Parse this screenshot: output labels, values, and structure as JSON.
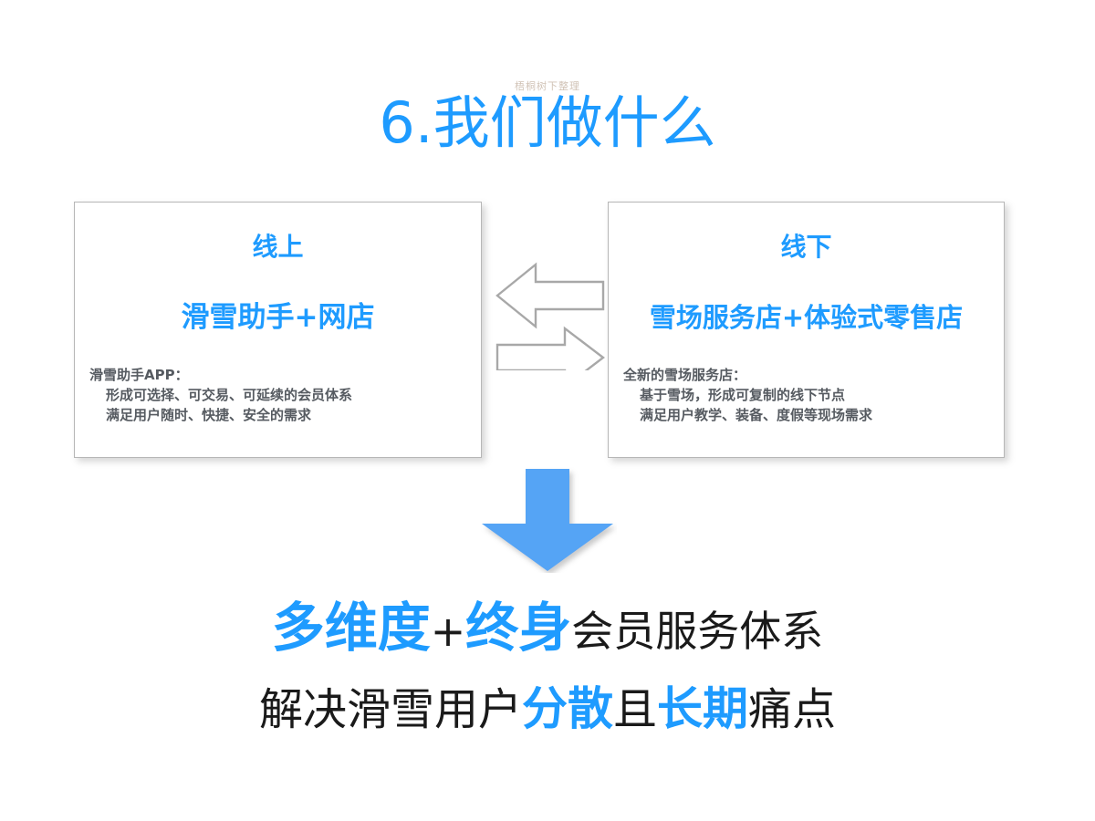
{
  "slide": {
    "watermark": "梧桐树下整理",
    "title": "6.我们做什么",
    "accent_color": "#1E9BFF",
    "arrow_color": "#55A4F5",
    "body_text_color": "#565B61",
    "box_border_color": "#B6B6B6"
  },
  "panels": [
    {
      "head": "线上",
      "subtitle": "滑雪助手+网店",
      "lead": "滑雪助手APP：",
      "items": [
        "形成可选择、可交易、可延续的会员体系",
        "满足用户随时、快捷、安全的需求"
      ]
    },
    {
      "head": "线下",
      "subtitle": "雪场服务店+体验式零售店",
      "lead": "全新的雪场服务店：",
      "items": [
        "基于雪场，形成可复制的线下节点",
        "满足用户教学、装备、度假等现场需求"
      ]
    }
  ],
  "arrows": {
    "left_arrow_name": "arrow-left",
    "right_arrow_name": "arrow-right",
    "down_arrow_name": "arrow-down"
  },
  "conclusion": {
    "line1": {
      "seg1": "多维度",
      "seg2": "+",
      "seg3": "终身",
      "seg4": "会员服务体系"
    },
    "line2": {
      "seg1": "解决滑雪用户",
      "seg2": "分散",
      "seg3": "且",
      "seg4": "长期",
      "seg5": "痛点"
    }
  }
}
